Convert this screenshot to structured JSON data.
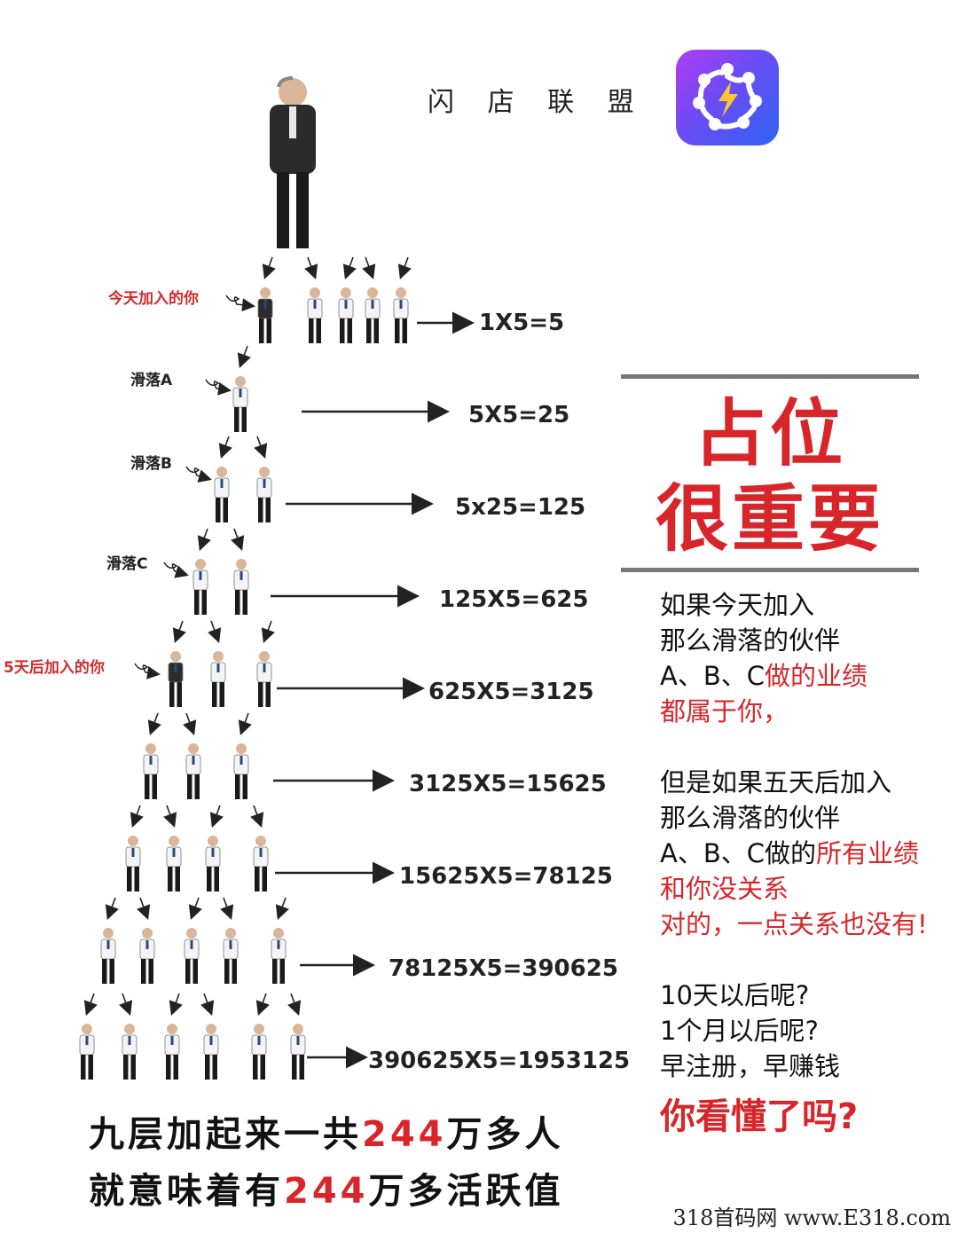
{
  "header": {
    "title": "闪 店 联 盟",
    "logo_icon": "flash-people-logo"
  },
  "labels": {
    "join_today": "今天加入的你",
    "slide_a": "滑落A",
    "slide_b": "滑落B",
    "slide_c": "滑落C",
    "join_5days": "5天后加入的你"
  },
  "levels": [
    "1X5=5",
    "5X5=25",
    "5x25=125",
    "125X5=625",
    "625X5=3125",
    "3125X5=15625",
    "15625X5=78125",
    "78125X5=390625",
    "390625X5=1953125"
  ],
  "right": {
    "big_line1": "占位",
    "big_line2": "很重要",
    "p1_l1": "如果今天加入",
    "p1_l2": "那么滑落的伙伴",
    "p1_l3a": "A、B、C",
    "p1_l3b": "做的业绩",
    "p1_l4": "都属于你，",
    "p2_l1": "但是如果五天后加入",
    "p2_l2": "那么滑落的伙伴",
    "p2_l3a": "A、B、C做的",
    "p2_l3b": "所有业绩",
    "p2_l4": "和你没关系",
    "p2_l5": "对的，一点关系也没有!",
    "p3_l1": "10天以后呢?",
    "p3_l2": "1个月以后呢?",
    "p3_l3": "早注册，早赚钱",
    "final": "你看懂了吗?"
  },
  "bottom": {
    "l1a": "九层加起来一共",
    "l1b": "244",
    "l1c": "万多人",
    "l2a": "就意味着有",
    "l2b": "244",
    "l2c": "万多活跃值"
  },
  "watermark": "318首码网 www.E318.com",
  "colors": {
    "accent_red": "#d8252a",
    "text": "#111111",
    "rule": "#777777",
    "logo_start": "#b23cf0",
    "logo_end": "#2f63f2"
  }
}
